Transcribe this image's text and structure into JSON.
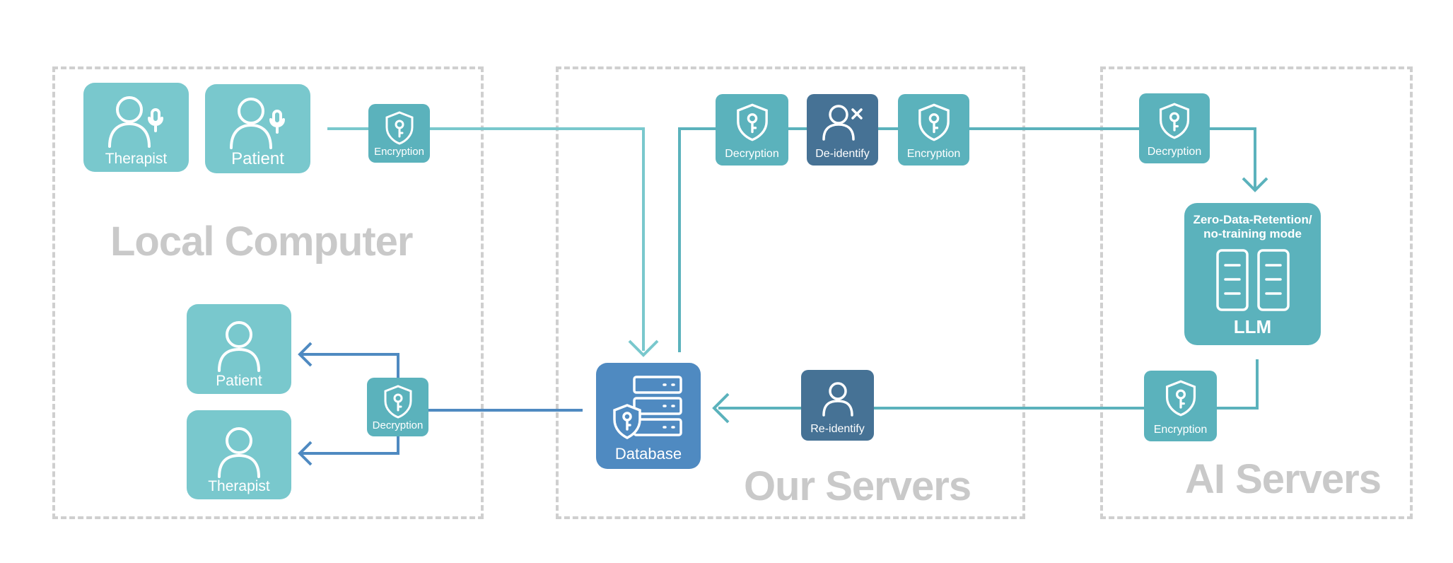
{
  "zones": {
    "local": "Local Computer",
    "ours": "Our Servers",
    "ai": "AI Servers"
  },
  "local": {
    "therapist_top": "Therapist",
    "patient_top": "Patient",
    "encryption": "Encryption",
    "patient_bottom": "Patient",
    "therapist_bottom": "Therapist",
    "decryption": "Decryption"
  },
  "ours": {
    "decryption": "Decryption",
    "deidentify": "De-identify",
    "encryption": "Encryption",
    "database": "Database",
    "reidentify": "Re-identify"
  },
  "ai": {
    "decryption": "Decryption",
    "llm_mode_line1": "Zero-Data-Retention/",
    "llm_mode_line2": "no-training mode",
    "llm": "LLM",
    "encryption": "Encryption"
  },
  "colors": {
    "teal_light": "#79c8cd",
    "teal": "#5bb2bc",
    "navy": "#467295",
    "blue": "#4f8ac1",
    "zone_border": "#cfcfcf"
  }
}
